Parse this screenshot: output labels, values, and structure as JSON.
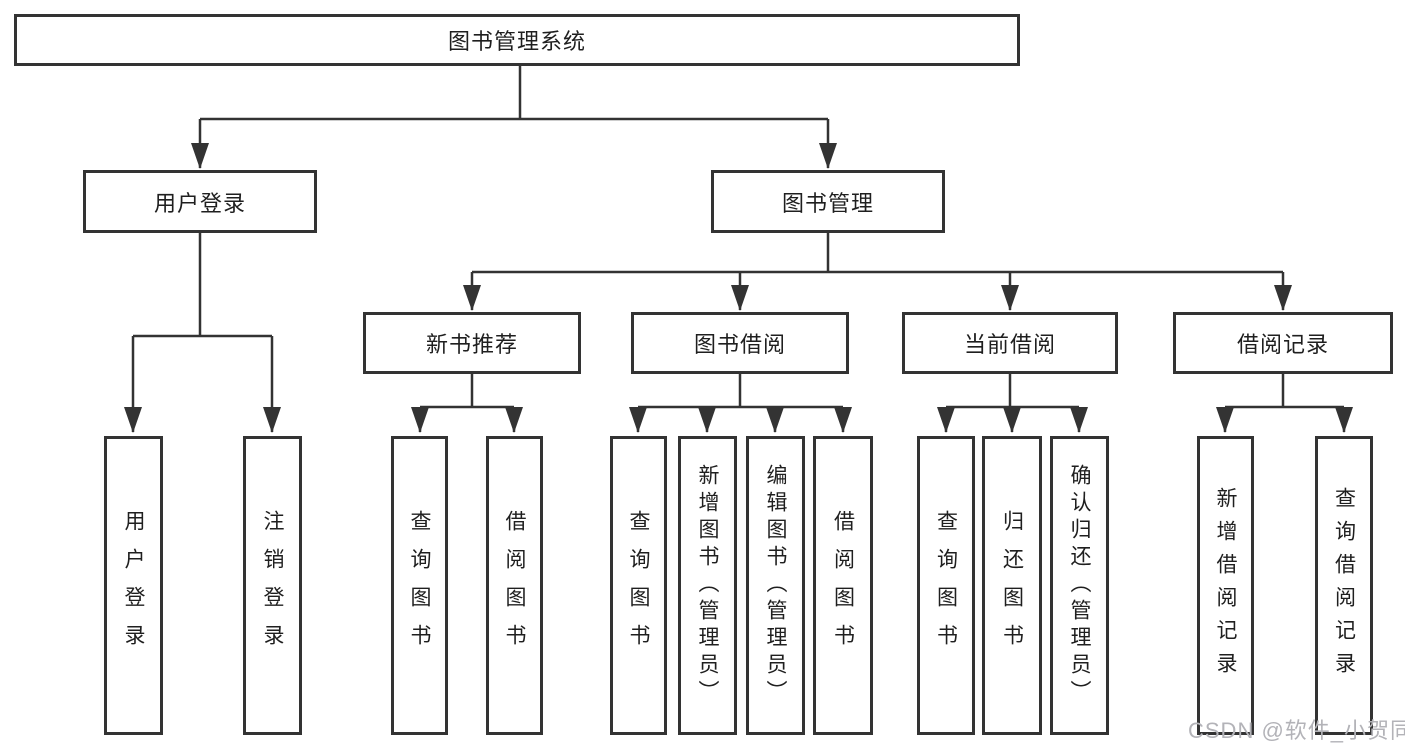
{
  "diagram": {
    "title": "图书管理系统",
    "children": [
      {
        "label": "用户登录",
        "children": [
          {
            "label": "用户登录"
          },
          {
            "label": "注销登录"
          }
        ]
      },
      {
        "label": "图书管理",
        "children": [
          {
            "label": "新书推荐",
            "children": [
              {
                "label": "查询图书"
              },
              {
                "label": "借阅图书"
              }
            ]
          },
          {
            "label": "图书借阅",
            "children": [
              {
                "label": "查询图书"
              },
              {
                "label": "新增图书（管理员）"
              },
              {
                "label": "编辑图书（管理员）"
              },
              {
                "label": "借阅图书"
              }
            ]
          },
          {
            "label": "当前借阅",
            "children": [
              {
                "label": "查询图书"
              },
              {
                "label": "归还图书"
              },
              {
                "label": "确认归还（管理员）"
              }
            ]
          },
          {
            "label": "借阅记录",
            "children": [
              {
                "label": "新增借阅记录"
              },
              {
                "label": "查询借阅记录"
              }
            ]
          }
        ]
      }
    ]
  },
  "watermark": {
    "text": "CSDN @软件_小贺同学"
  },
  "colors": {
    "line": "#333333",
    "text": "#1f1f1f",
    "background": "#ffffff",
    "watermark": "#b3b3b8"
  }
}
